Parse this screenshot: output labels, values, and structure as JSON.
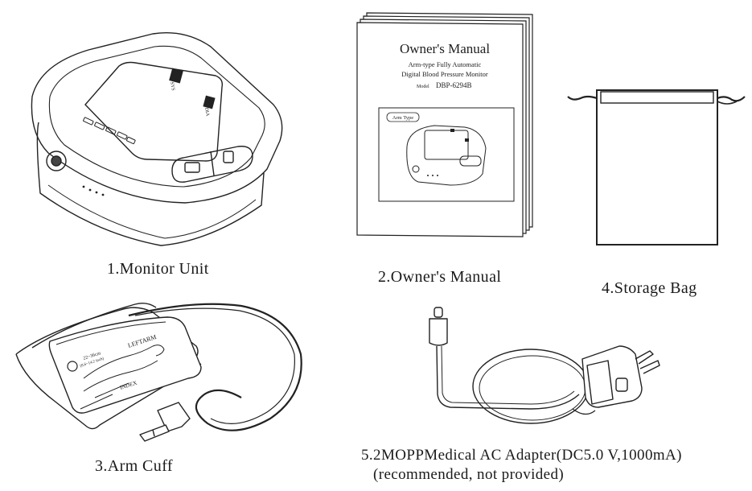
{
  "items": [
    {
      "caption": "1.Monitor Unit"
    },
    {
      "caption": "2.Owner's Manual"
    },
    {
      "caption": "3.Arm Cuff"
    },
    {
      "caption": "4.Storage Bag"
    },
    {
      "caption": "5.2MOPPMedical AC Adapter(DC5.0 V,1000mA)",
      "note": "(recommended, not provided)"
    }
  ],
  "manual": {
    "title": "Owner's Manual",
    "subtitle_1": "Arm-type Fully Automatic",
    "subtitle_2": "Digital Blood Pressure Monitor",
    "model_label": "Model",
    "model": "DBP-6294B",
    "tag": "Arm Type"
  },
  "cuff": {
    "size": "22~36cm",
    "size_in": "(8.6~14.2 inch)",
    "arm": "LEFTARM",
    "index": "INDEX"
  },
  "device": {
    "top_mark": "SYS",
    "side_mark": "DIA"
  }
}
